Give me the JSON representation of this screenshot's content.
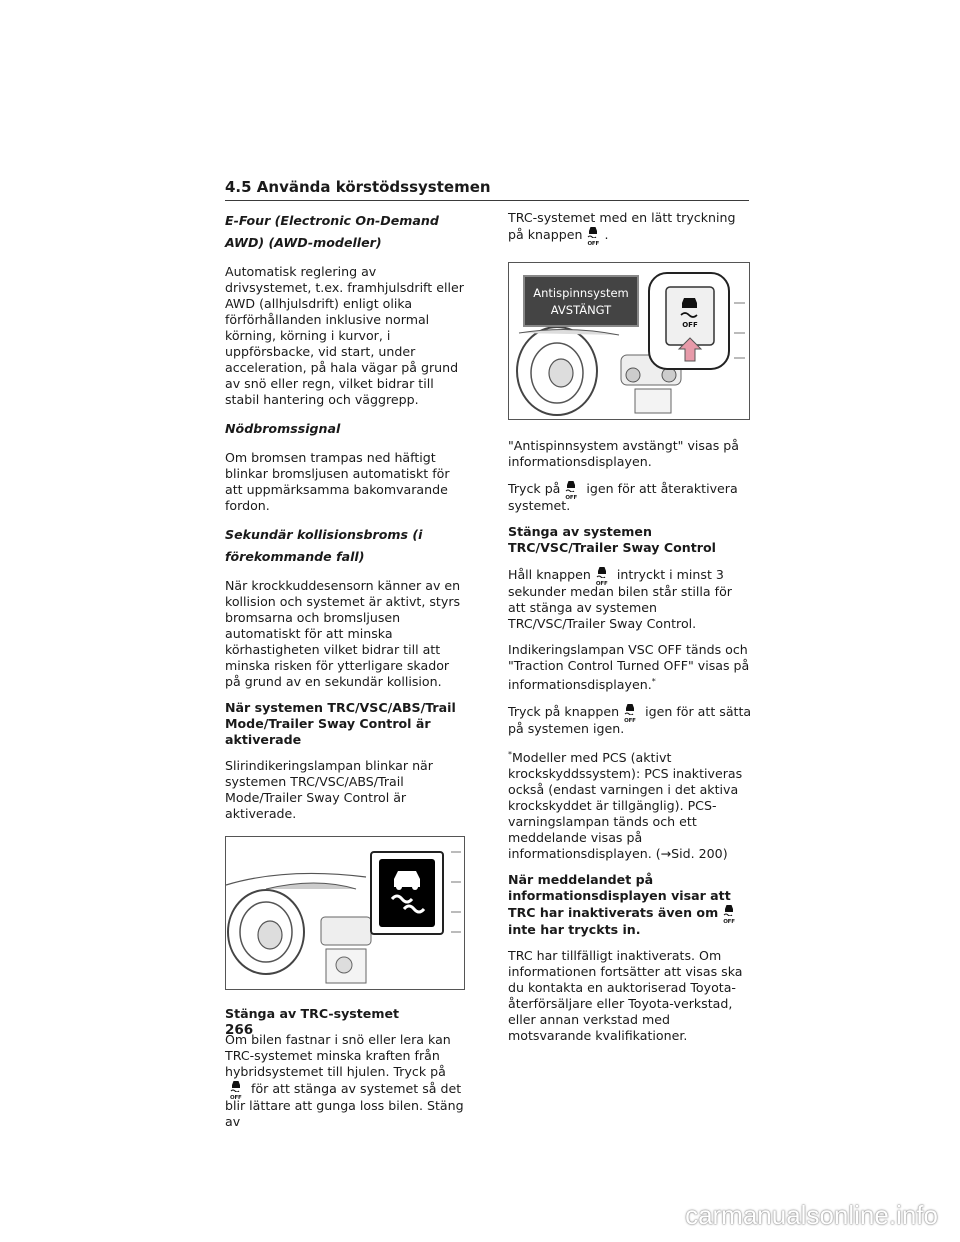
{
  "header": {
    "title": "4.5 Använda körstödssystemen"
  },
  "left": {
    "efour_heading": "E-Four (Electronic On-Demand AWD) (AWD-modeller)",
    "efour_body": "Automatisk reglering av drivsystemet, t.ex. framhjulsdrift eller AWD (allhjulsdrift) enligt olika förförhållanden inklusive normal körning, körning i kurvor, i uppförsbacke, vid start, under acceleration, på hala vägar på grund av snö eller regn, vilket bidrar till stabil hantering och väggrepp.",
    "emergency_heading": "Nödbromssignal",
    "emergency_body": "Om bromsen trampas ned häftigt blinkar bromsljusen automatiskt för att uppmärksamma bakomvarande fordon.",
    "secondary_heading": "Sekundär kollisionsbroms (i förekommande fall)",
    "secondary_body": "När krockkuddesensorn känner av en kollision och systemet är aktivt, styrs bromsarna och bromsljusen automatiskt för att minska körhastigheten vilket bidrar till att minska risken för ytterligare skador på grund av en sekundär kollision.",
    "active_heading": "När systemen TRC/VSC/ABS/Trail Mode/Trailer Sway Control är aktiverade",
    "active_body": "Slirindikeringslampan blinkar när systemen TRC/VSC/ABS/Trail Mode/Trailer Sway Control är aktiverade.",
    "trc_off_heading": "Stänga av TRC-systemet",
    "trc_off_body_1": "Om bilen fastnar i snö eller lera kan TRC-systemet minska kraften från hybridsystemet till hjulen. Tryck på",
    "trc_off_body_2": "för att stänga av systemet så det blir lättare att gunga loss bilen. Stäng av"
  },
  "right": {
    "cont_1": "TRC-systemet med en lätt tryckning på knappen",
    "cont_2": ".",
    "fig_label_1": "Antispinnsystem",
    "fig_label_2": "AVSTÄNGT",
    "displayed": "\"Antispinnsystem avstängt\" visas på informationsdisplayen.",
    "reactivate_1": "Tryck på",
    "reactivate_2": "igen för att återaktivera systemet.",
    "off_all_heading": "Stänga av systemen TRC/VSC/Trailer Sway Control",
    "hold_1": "Håll knappen",
    "hold_2": "intryckt i minst 3 sekunder medan bilen står stilla för att stänga av systemen TRC/VSC/Trailer Sway Control.",
    "vsc_1": "Indikeringslampan VSC OFF tänds och \"Traction Control Turned OFF\" visas på informationsdisplayen.",
    "vsc_star": "*",
    "press_again_1": "Tryck på knappen",
    "press_again_2": "igen för att sätta på systemen igen.",
    "note_star": "*",
    "note": "Modeller med PCS (aktivt krockskyddssystem): PCS inaktiveras också (endast varningen i det aktiva krockskyddet är tillgänglig). PCS-varningslampan tänds och ett meddelande visas på informationsdisplayen. (→Sid. 200)",
    "msg_heading_1": "När meddelandet på informationsdisplayen visar att TRC har inaktiverats även om",
    "msg_heading_2": "inte har tryckts in.",
    "msg_body": "TRC har tillfälligt inaktiverats. Om informationen fortsätter att visas ska du kontakta en auktoriserad Toyota-återförsäljare eller Toyota-verkstad, eller annan verkstad med motsvarande kvalifikationer."
  },
  "icon": {
    "off_text": "OFF"
  },
  "page_number": "266",
  "watermark": "carmanualsonline.info"
}
